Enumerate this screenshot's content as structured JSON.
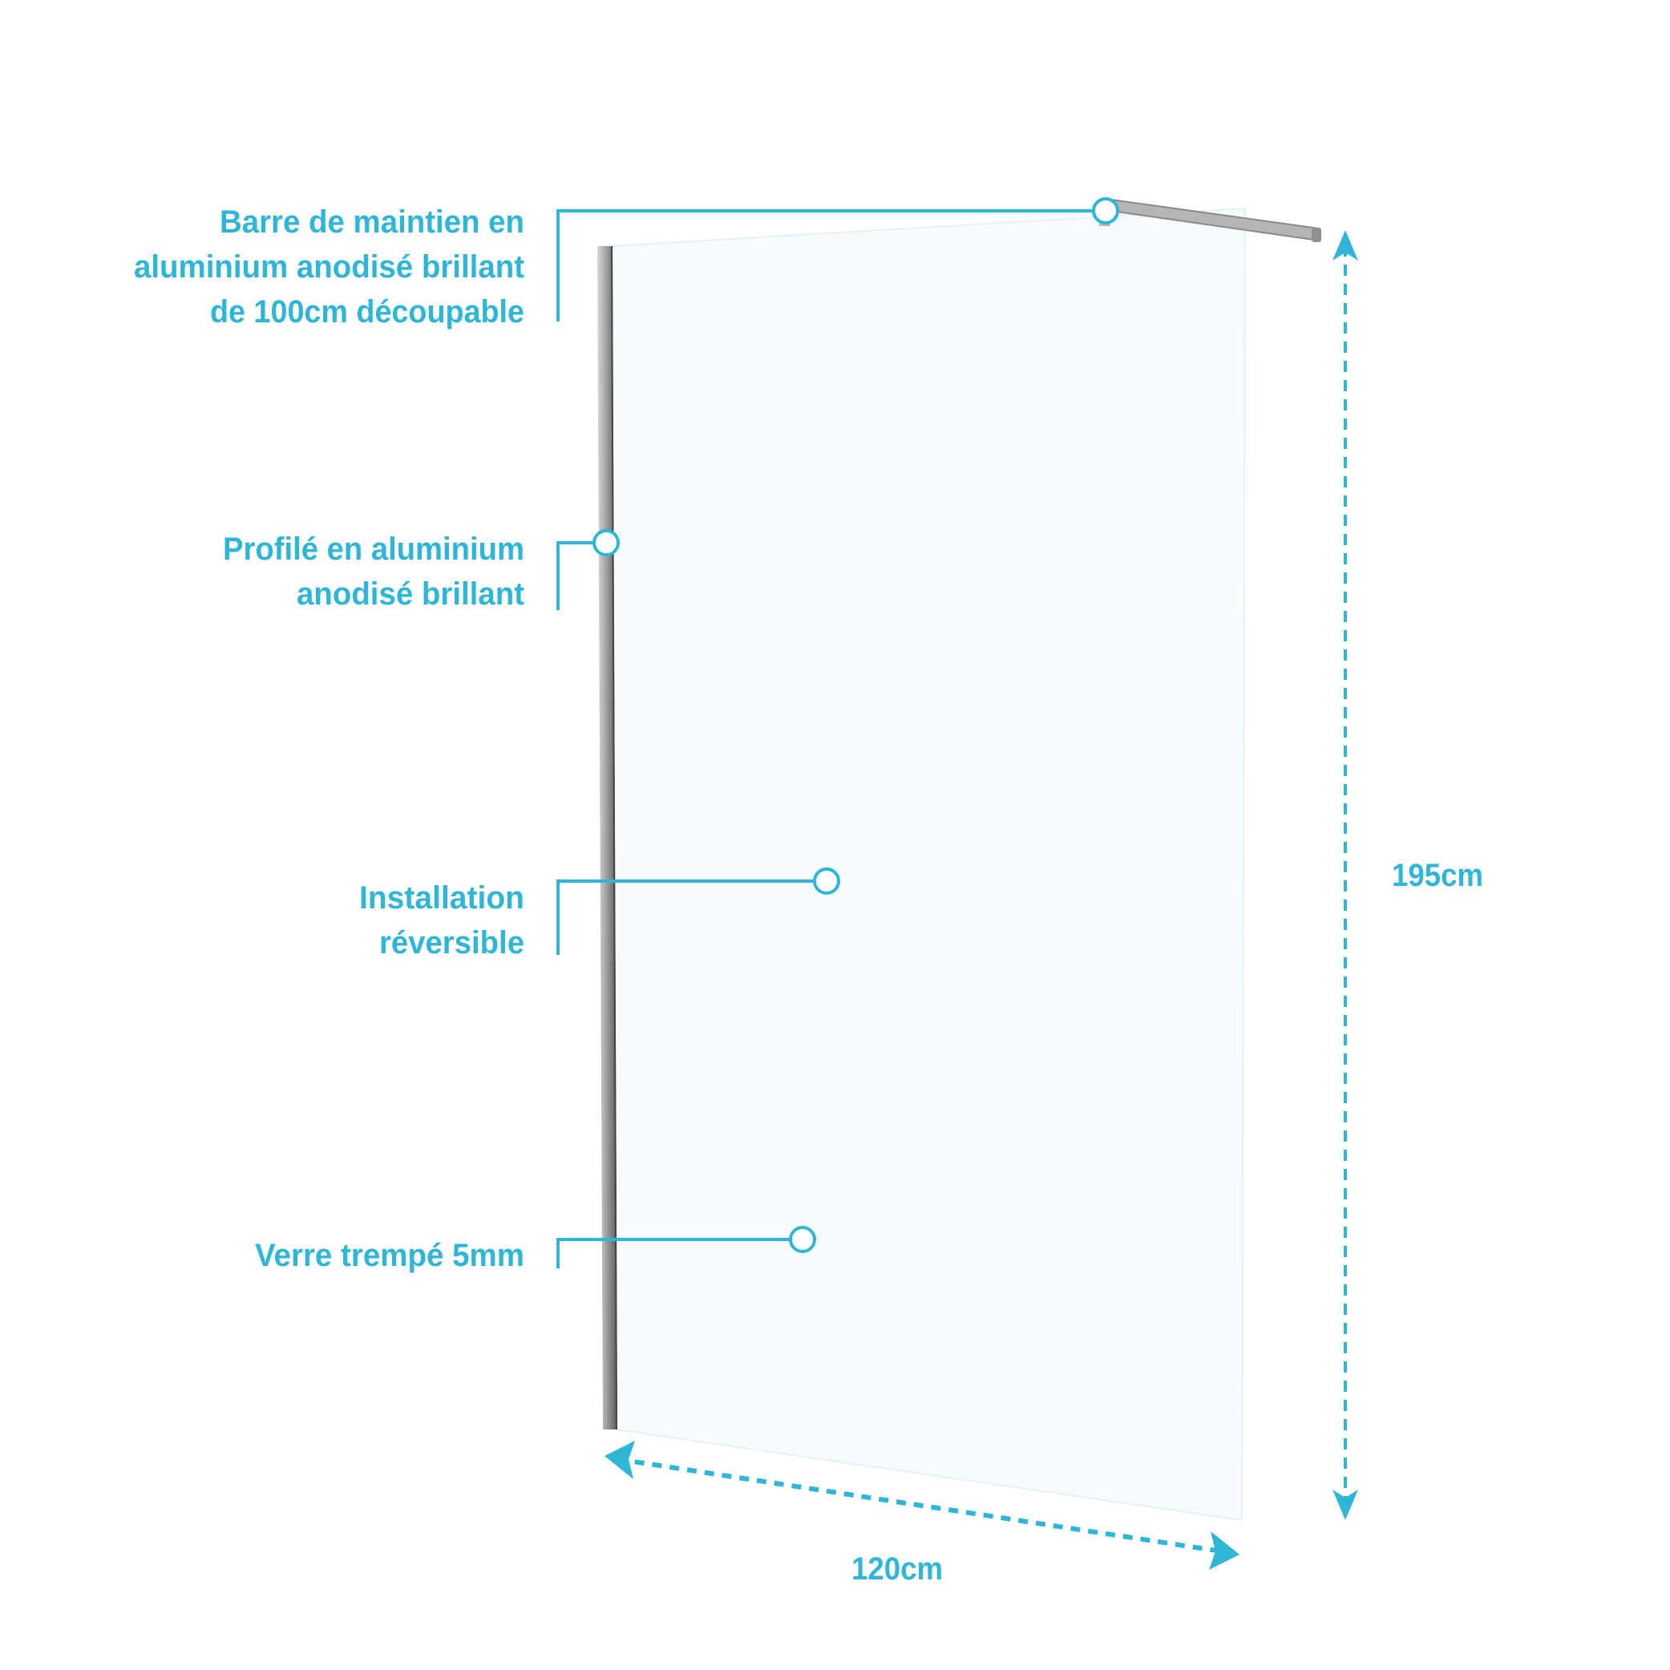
{
  "colors": {
    "accent": "#2fb5d6",
    "glass": "#f6fbfe",
    "metal": "#a8a8a8"
  },
  "callouts": [
    {
      "lines": [
        "Barre de maintien en",
        "aluminium anodisé brillant",
        "de 100cm découpable"
      ]
    },
    {
      "lines": [
        "Profilé en aluminium",
        "anodisé brillant"
      ]
    },
    {
      "lines": [
        "Installation",
        "réversible"
      ]
    },
    {
      "lines": [
        "Verre trempé 5mm"
      ]
    }
  ],
  "dimensions": {
    "height": "195cm",
    "width": "120cm"
  }
}
